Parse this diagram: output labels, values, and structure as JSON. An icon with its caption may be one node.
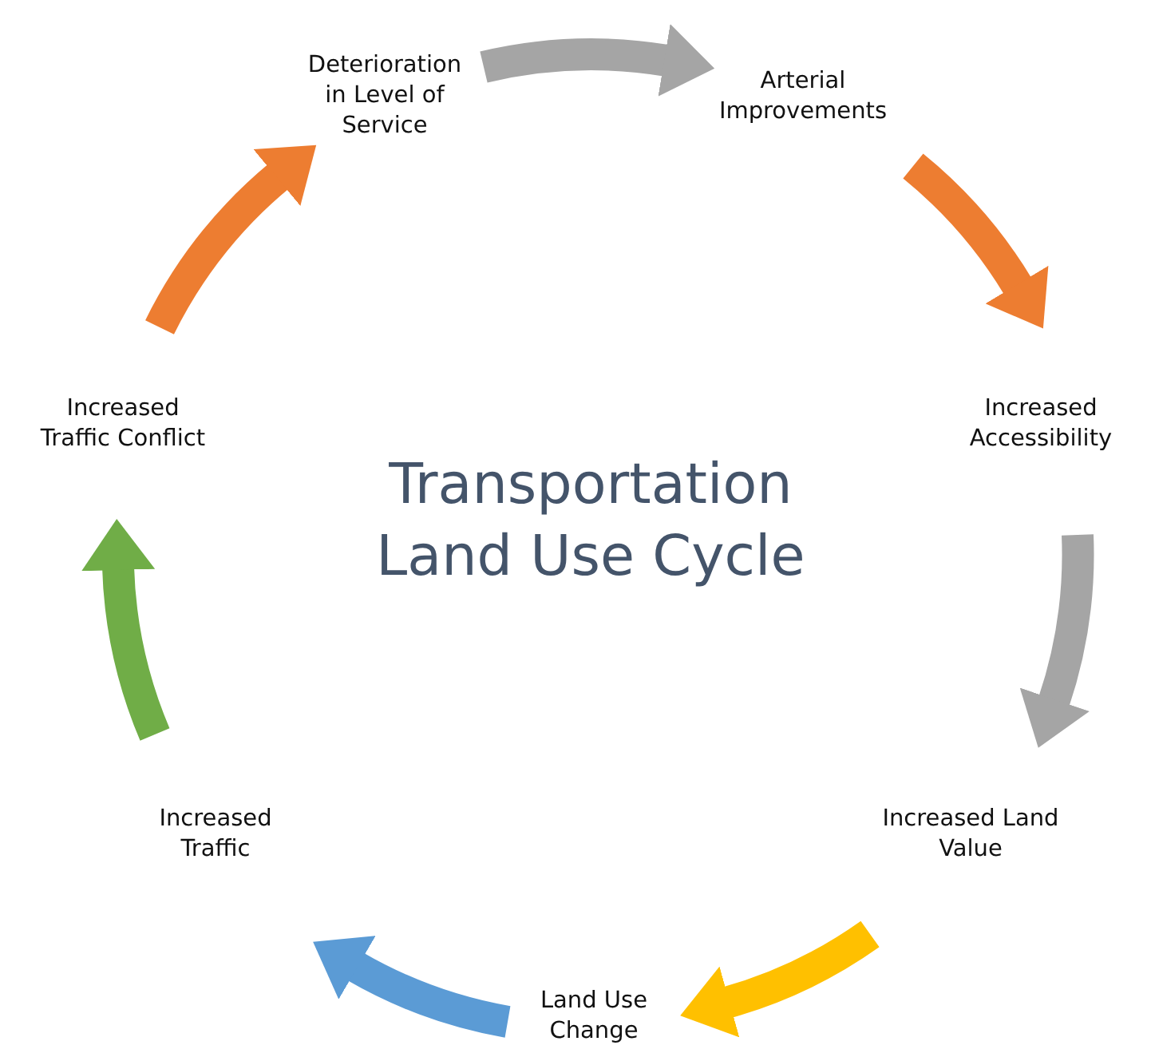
{
  "diagram": {
    "title": "Transportation Land Use Cycle",
    "nodes": [
      {
        "text": [
          "Deterioration in Level of Service"
        ]
      },
      {
        "text": [
          "Arterial Improvements"
        ]
      },
      {
        "text": [
          "Increased Accessibility"
        ]
      },
      {
        "text": [
          "Increased Land Value"
        ]
      },
      {
        "text": [
          "Land Use Change"
        ]
      },
      {
        "text": [
          "Increased Traffic"
        ]
      },
      {
        "text": [
          "Increased Traffic Conflict"
        ]
      }
    ],
    "edges": [
      {
        "from": 0,
        "to": 1,
        "arrow": "to",
        "color": "#a5a5a5"
      },
      {
        "from": 1,
        "to": 2,
        "arrow": "to",
        "color": "#ed7d31"
      },
      {
        "from": 2,
        "to": 3,
        "arrow": "to",
        "color": "#a5a5a5"
      },
      {
        "from": 3,
        "to": 4,
        "arrow": "to",
        "color": "#ffc000"
      },
      {
        "from": 4,
        "to": 5,
        "arrow": "to",
        "color": "#5b9bd5"
      },
      {
        "from": 5,
        "to": 6,
        "arrow": "to",
        "color": "#70ad47"
      },
      {
        "from": 6,
        "to": 0,
        "arrow": "to",
        "color": "#ed7d31"
      }
    ]
  }
}
